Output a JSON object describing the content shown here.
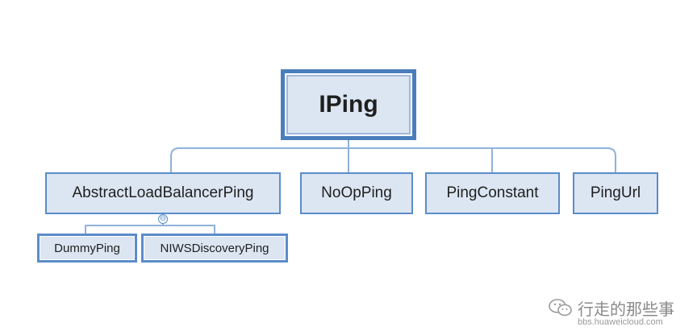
{
  "diagram": {
    "root": {
      "label": "IPing"
    },
    "children": [
      {
        "label": "AbstractLoadBalancerPing",
        "children": [
          {
            "label": "DummyPing"
          },
          {
            "label": "NIWSDiscoveryPing"
          }
        ]
      },
      {
        "label": "NoOpPing"
      },
      {
        "label": "PingConstant"
      },
      {
        "label": "PingUrl"
      }
    ],
    "collapse_symbol": "⊖",
    "line_color": "#8fb2db",
    "node_fill": "#dce6f2",
    "node_border": "#5b8ccb"
  },
  "watermark": {
    "icon": "wechat-icon",
    "title": "行走的那些事",
    "url": "bbs.huaweicloud.com"
  }
}
